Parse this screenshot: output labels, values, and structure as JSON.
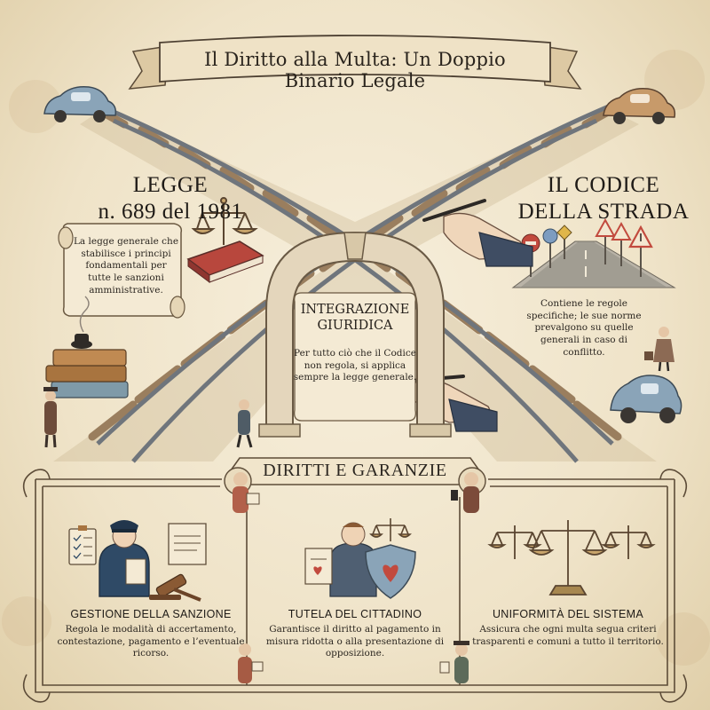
{
  "title": "Il Diritto alla Multa: Un Doppio Binario Legale",
  "left": {
    "title_line1": "LEGGE",
    "title_line2": "n. 689 del 1981",
    "description": "La legge generale che stabilisce i principi fondamentali per tutte le sanzioni amministrative."
  },
  "right": {
    "title_line1": "IL CODICE",
    "title_line2": "DELLA STRADA",
    "description": "Contiene le regole specifiche; le sue norme prevalgono su quelle generali in caso di conflitto."
  },
  "center": {
    "title": "INTEGRAZIONE GIURIDICA",
    "description": "Per tutto ciò che il Codice non regola, si applica sempre la legge generale."
  },
  "rights": {
    "title": "DIRITTI E GARANZIE",
    "columns": [
      {
        "heading": "GESTIONE DELLA SANZIONE",
        "text": "Regola le modalità di accertamento, contestazione, pagamento e l’eventuale ricorso."
      },
      {
        "heading": "TUTELA DEL CITTADINO",
        "text": "Garantisce il diritto al pagamento in misura ridotta o alla presentazione di opposizione."
      },
      {
        "heading": "UNIFORMITÀ DEL SISTEMA",
        "text": "Assicura che ogni multa segua criteri trasparenti e comuni a tutto il territorio."
      }
    ]
  },
  "colors": {
    "paper": "#f3e9d2",
    "ink": "#2b2620",
    "rail": "#7d838a",
    "tie": "#9a7e5e",
    "stone": "#e4d6bc",
    "accent_red": "#b8473d",
    "accent_blue": "#8aa4b8"
  }
}
